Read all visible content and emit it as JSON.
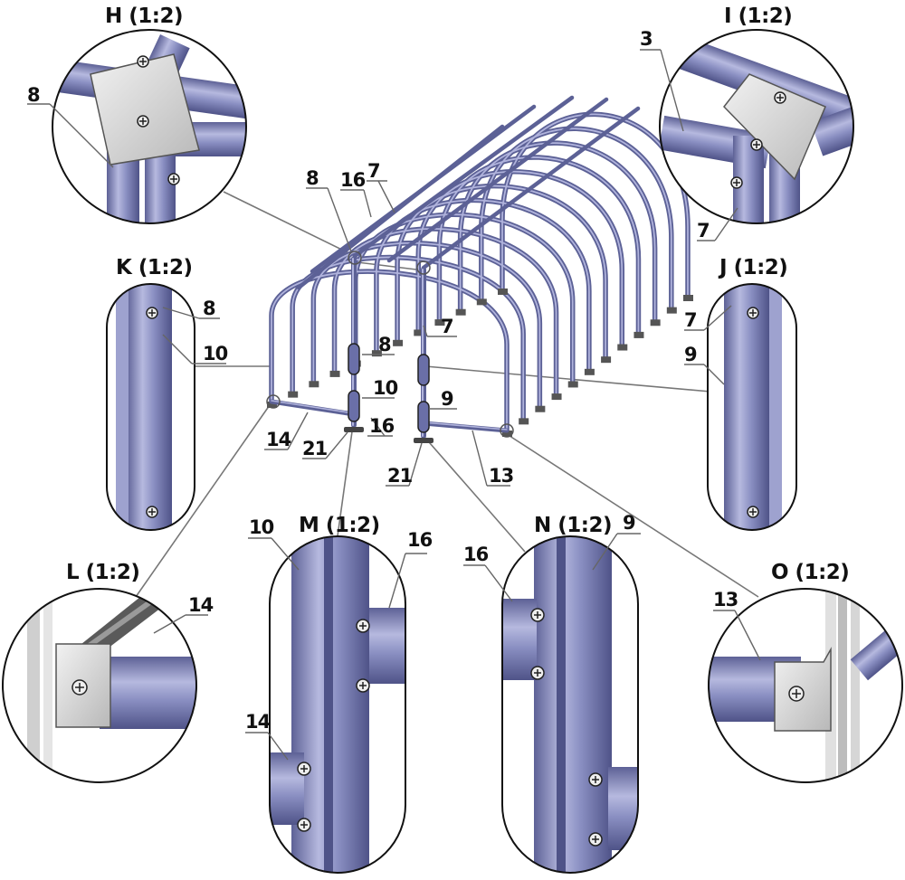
{
  "details": {
    "H": {
      "title": "H (1:2)"
    },
    "I": {
      "title": "I (1:2)"
    },
    "K": {
      "title": "K (1:2)"
    },
    "J": {
      "title": "J (1:2)"
    },
    "L": {
      "title": "L (1:2)"
    },
    "M": {
      "title": "M (1:2)"
    },
    "N": {
      "title": "N (1:2)"
    },
    "O": {
      "title": "O (1:2)"
    }
  },
  "labels": {
    "h_8": "8",
    "i_3": "3",
    "i_7": "7",
    "k_8": "8",
    "k_10": "10",
    "j_7": "7",
    "j_9": "9",
    "l_14": "14",
    "m_10": "10",
    "m_16": "16",
    "m_14": "14",
    "n_16": "16",
    "n_9": "9",
    "o_13": "13",
    "main_8": "8",
    "main_16": "16",
    "main_7_top": "7",
    "main_7": "7",
    "main_8_mid": "8",
    "main_10": "10",
    "main_9": "9",
    "main_16_low": "16",
    "main_14": "14",
    "main_21_left": "21",
    "main_21_right": "21",
    "main_13": "13"
  },
  "colors": {
    "tube": "#8a8fc2",
    "tube_dark": "#5d6196",
    "tube_light": "#b6b9df",
    "bracket": "#d9d9d9",
    "outline": "#222222"
  }
}
